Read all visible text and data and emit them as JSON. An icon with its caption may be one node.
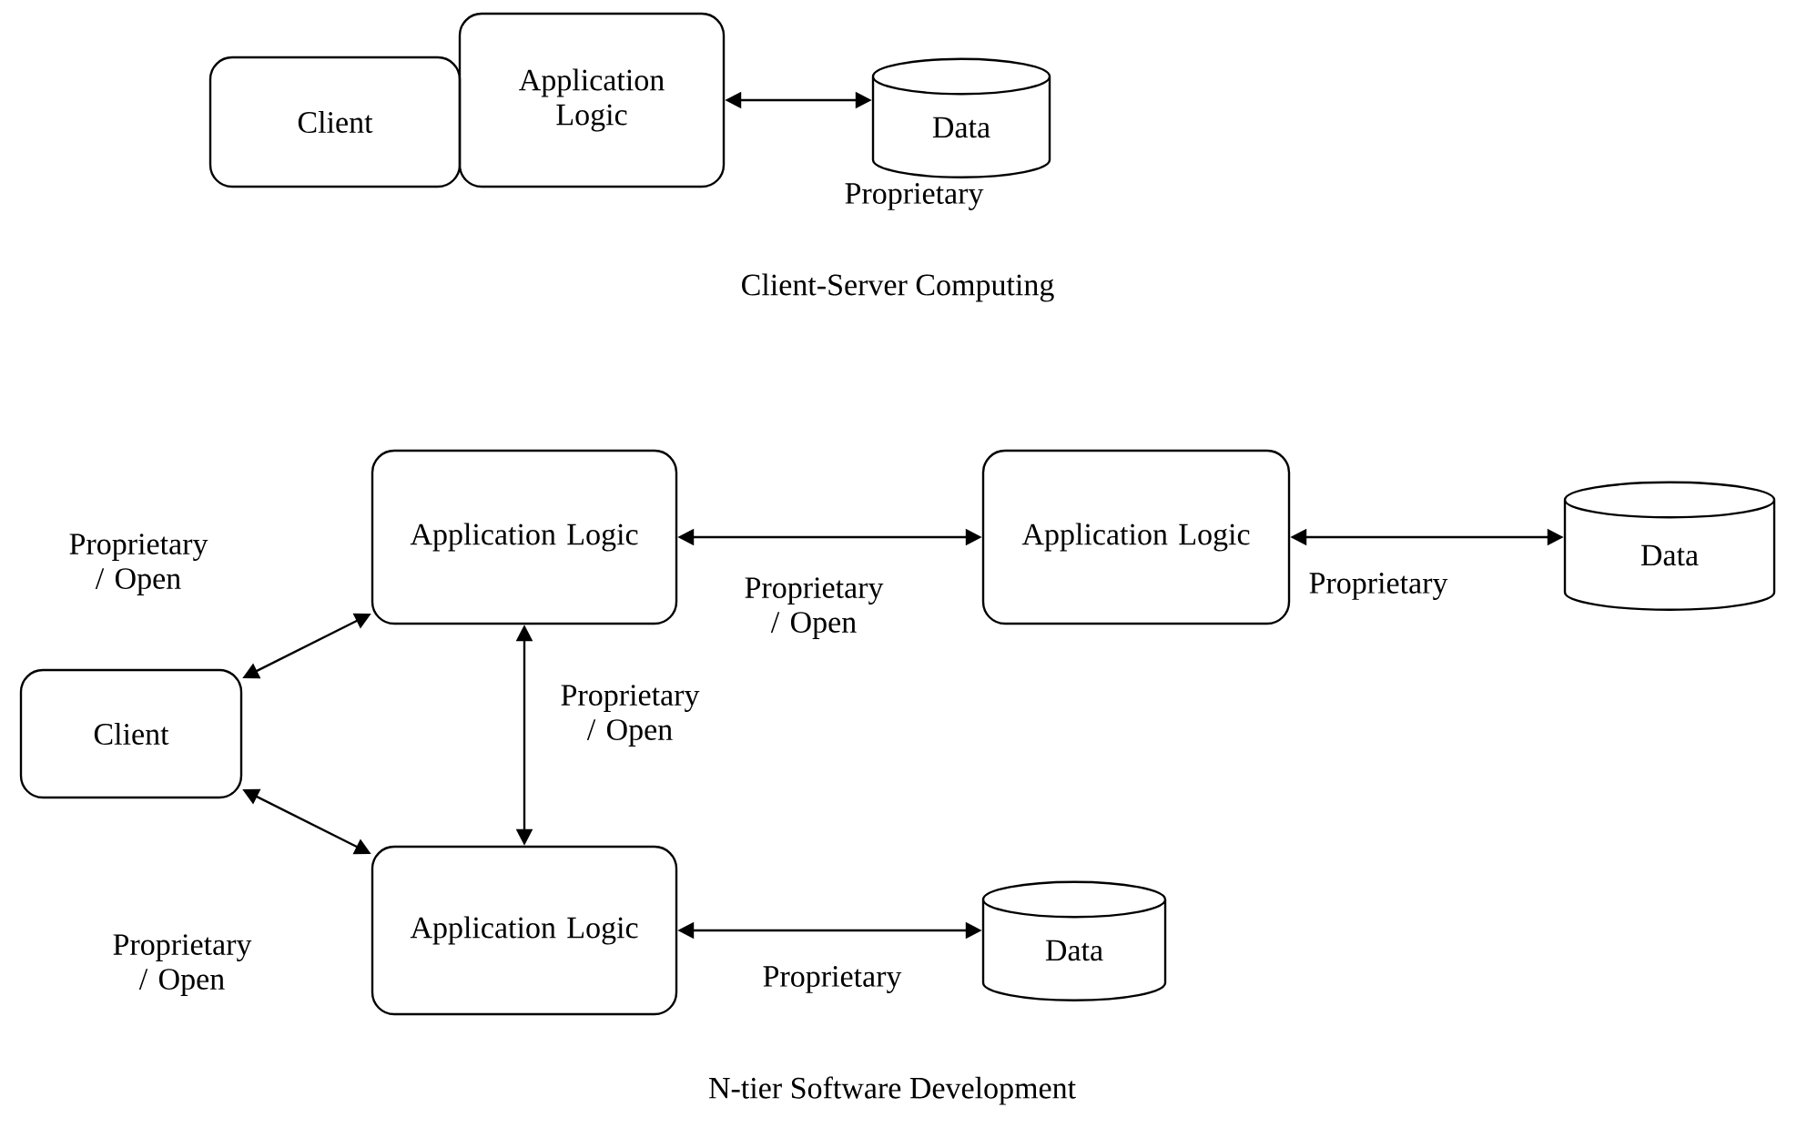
{
  "diagram": {
    "nodes": [
      {
        "text": [
          "Client"
        ]
      },
      {
        "text": [
          "Application Logic"
        ]
      },
      {
        "text": [
          "Data"
        ]
      },
      {
        "text": [
          "Client"
        ]
      },
      {
        "text": [
          "Application Logic"
        ]
      },
      {
        "text": [
          "Application Logic"
        ]
      },
      {
        "text": [
          "Data"
        ]
      },
      {
        "text": [
          "Application Logic"
        ]
      },
      {
        "text": [
          "Data"
        ]
      }
    ],
    "edges": [
      {
        "from": 1,
        "to": 2,
        "arrow": "both",
        "label": "Proprietary"
      },
      {
        "from": 3,
        "to": 4,
        "arrow": "both",
        "label": "Proprietary / Open"
      },
      {
        "from": 4,
        "to": 5,
        "arrow": "both",
        "label": "Proprietary / Open"
      },
      {
        "from": 5,
        "to": 6,
        "arrow": "both",
        "label": "Proprietary"
      },
      {
        "from": 4,
        "to": 7,
        "arrow": "both",
        "label": "Proprietary / Open"
      },
      {
        "from": 3,
        "to": 7,
        "arrow": "both",
        "label": "Proprietary / Open"
      },
      {
        "from": 7,
        "to": 8,
        "arrow": "both",
        "label": "Proprietary"
      }
    ],
    "labels": [
      "Client-Server Computing",
      "N-tier Software Development"
    ]
  }
}
